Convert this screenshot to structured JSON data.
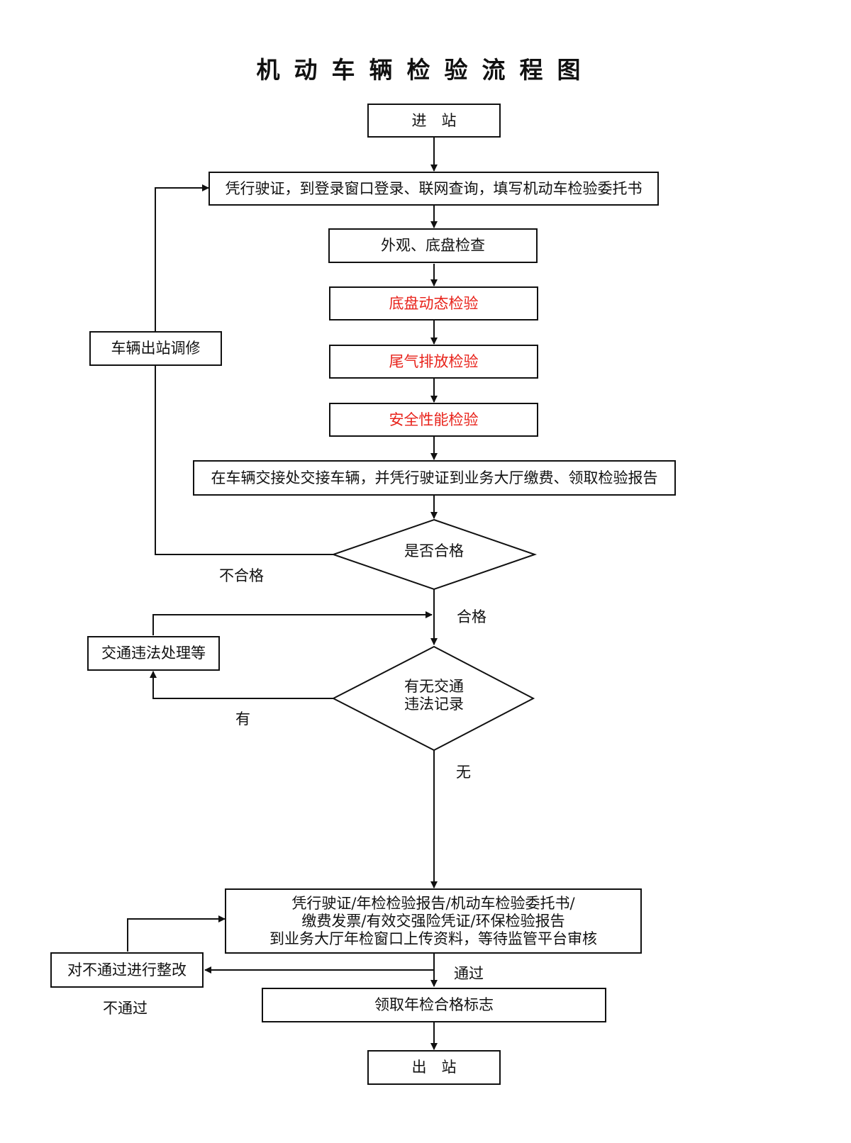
{
  "title": "机动车辆检验流程图",
  "nodes": {
    "enter": "进　站",
    "register": "凭行驶证，到登录窗口登录、联网查询，填写机动车检验委托书",
    "exterior": "外观、底盘检查",
    "chassis_dynamic": "底盘动态检验",
    "emission": "尾气排放检验",
    "safety": "安全性能检验",
    "handover": "在车辆交接处交接车辆，并凭行驶证到业务大厅缴费、领取检验报告",
    "qualified_q": "是否合格",
    "repair": "车辆出站调修",
    "violation_q_line1": "有无交通",
    "violation_q_line2": "违法记录",
    "violation_handle": "交通违法处理等",
    "upload_line1": "凭行驶证/年检检验报告/机动车检验委托书/",
    "upload_line2": "缴费发票/有效交强险凭证/环保检验报告",
    "upload_line3": "到业务大厅年检窗口上传资料，等待监管平台审核",
    "rectify": "对不通过进行整改",
    "get_mark": "领取年检合格标志",
    "exit": "出　站"
  },
  "edge_labels": {
    "unqualified": "不合格",
    "qualified": "合格",
    "has_record": "有",
    "no_record": "无",
    "pass": "通过",
    "fail": "不通过"
  },
  "colors": {
    "line": "#111111",
    "highlight_text": "#e8221a"
  }
}
